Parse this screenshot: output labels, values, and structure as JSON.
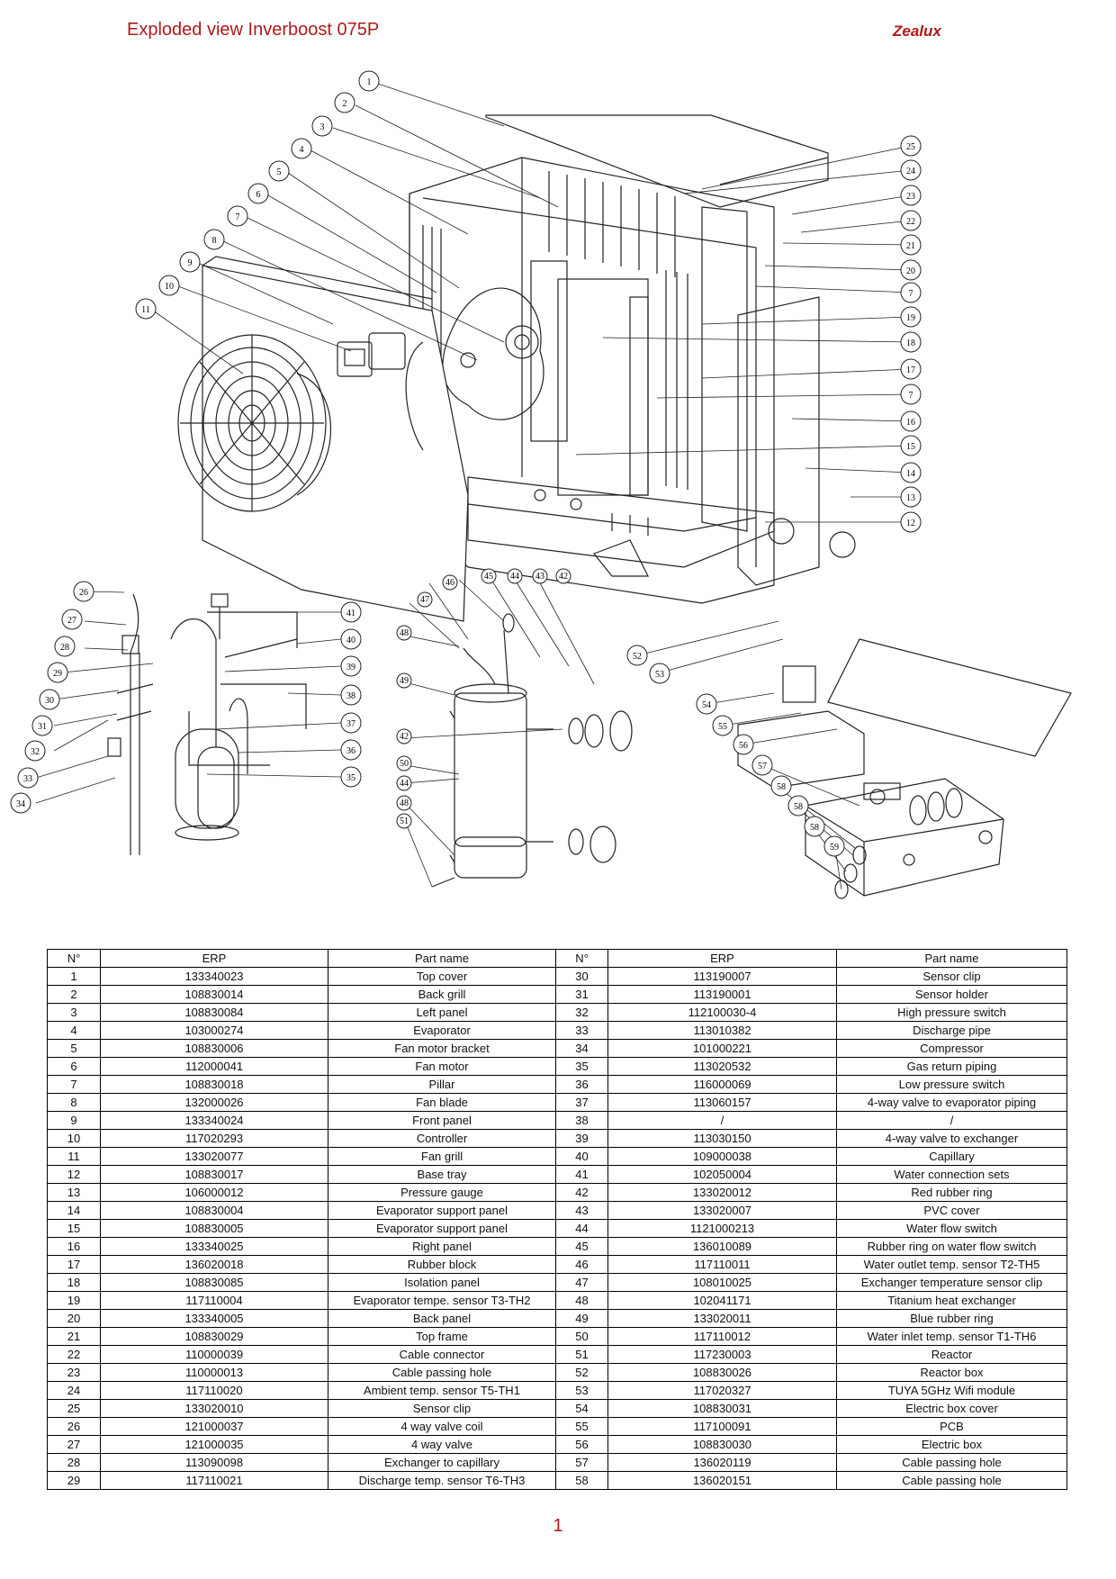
{
  "header": {
    "title": "Exploded view Inverboost 075P",
    "brand": "Zealux",
    "brand_color": "#b01a1a"
  },
  "table": {
    "columns": [
      "N°",
      "ERP",
      "Part name",
      "N°",
      "ERP",
      "Part name"
    ],
    "rows": [
      [
        "1",
        "133340023",
        "Top cover",
        "30",
        "113190007",
        "Sensor clip"
      ],
      [
        "2",
        "108830014",
        "Back grill",
        "31",
        "113190001",
        "Sensor holder"
      ],
      [
        "3",
        "108830084",
        "Left panel",
        "32",
        "112100030-4",
        "High pressure switch"
      ],
      [
        "4",
        "103000274",
        "Evaporator",
        "33",
        "113010382",
        "Discharge pipe"
      ],
      [
        "5",
        "108830006",
        "Fan motor bracket",
        "34",
        "101000221",
        "Compressor"
      ],
      [
        "6",
        "112000041",
        "Fan motor",
        "35",
        "113020532",
        "Gas return piping"
      ],
      [
        "7",
        "108830018",
        "Pillar",
        "36",
        "116000069",
        "Low pressure switch"
      ],
      [
        "8",
        "132000026",
        "Fan blade",
        "37",
        "113060157",
        "4-way valve to evaporator piping"
      ],
      [
        "9",
        "133340024",
        "Front panel",
        "38",
        "/",
        "/"
      ],
      [
        "10",
        "117020293",
        "Controller",
        "39",
        "113030150",
        "4-way valve to exchanger"
      ],
      [
        "11",
        "133020077",
        "Fan grill",
        "40",
        "109000038",
        "Capillary"
      ],
      [
        "12",
        "108830017",
        "Base tray",
        "41",
        "102050004",
        "Water connection sets"
      ],
      [
        "13",
        "106000012",
        "Pressure gauge",
        "42",
        "133020012",
        "Red rubber ring"
      ],
      [
        "14",
        "108830004",
        "Evaporator support panel",
        "43",
        "133020007",
        "PVC cover"
      ],
      [
        "15",
        "108830005",
        "Evaporator support panel",
        "44",
        "1121000213",
        "Water flow switch"
      ],
      [
        "16",
        "133340025",
        "Right panel",
        "45",
        "136010089",
        "Rubber ring on water flow switch"
      ],
      [
        "17",
        "136020018",
        "Rubber block",
        "46",
        "117110011",
        "Water outlet temp. sensor T2-TH5"
      ],
      [
        "18",
        "108830085",
        "Isolation panel",
        "47",
        "108010025",
        "Exchanger temperature sensor clip"
      ],
      [
        "19",
        "117110004",
        "Evaporator tempe. sensor T3-TH2",
        "48",
        "102041171",
        "Titanium heat exchanger"
      ],
      [
        "20",
        "133340005",
        "Back panel",
        "49",
        "133020011",
        "Blue rubber ring"
      ],
      [
        "21",
        "108830029",
        "Top frame",
        "50",
        "117110012",
        "Water inlet temp. sensor T1-TH6"
      ],
      [
        "22",
        "110000039",
        "Cable connector",
        "51",
        "117230003",
        "Reactor"
      ],
      [
        "23",
        "110000013",
        "Cable passing hole",
        "52",
        "108830026",
        "Reactor box"
      ],
      [
        "24",
        "117110020",
        "Ambient temp. sensor T5-TH1",
        "53",
        "117020327",
        "TUYA 5GHz Wifi module"
      ],
      [
        "25",
        "133020010",
        "Sensor clip",
        "54",
        "108830031",
        "Electric box cover"
      ],
      [
        "26",
        "121000037",
        "4 way valve coil",
        "55",
        "117100091",
        "PCB"
      ],
      [
        "27",
        "121000035",
        "4 way valve",
        "56",
        "108830030",
        "Electric box"
      ],
      [
        "28",
        "113090098",
        "Exchanger to capillary",
        "57",
        "136020119",
        "Cable passing hole"
      ],
      [
        "29",
        "117110021",
        "Discharge temp. sensor T6-TH3",
        "58",
        "136020151",
        "Cable passing hole"
      ]
    ]
  },
  "callouts": {
    "main": [
      "1",
      "2",
      "3",
      "4",
      "5",
      "6",
      "7",
      "8",
      "9",
      "10",
      "11",
      "25",
      "24",
      "23",
      "22",
      "21",
      "20",
      "7",
      "19",
      "18",
      "17",
      "7",
      "16",
      "15",
      "14",
      "13",
      "12"
    ],
    "piping": [
      "26",
      "27",
      "28",
      "29",
      "30",
      "31",
      "32",
      "33",
      "34",
      "41",
      "40",
      "39",
      "38",
      "37",
      "36",
      "35"
    ],
    "exchanger": [
      "46",
      "45",
      "44",
      "43",
      "42",
      "47",
      "48",
      "49",
      "42",
      "50",
      "44",
      "48",
      "51"
    ],
    "electric": [
      "52",
      "53",
      "54",
      "55",
      "56",
      "57",
      "58",
      "58",
      "58",
      "59"
    ]
  },
  "footer": {
    "page_number": "1"
  }
}
